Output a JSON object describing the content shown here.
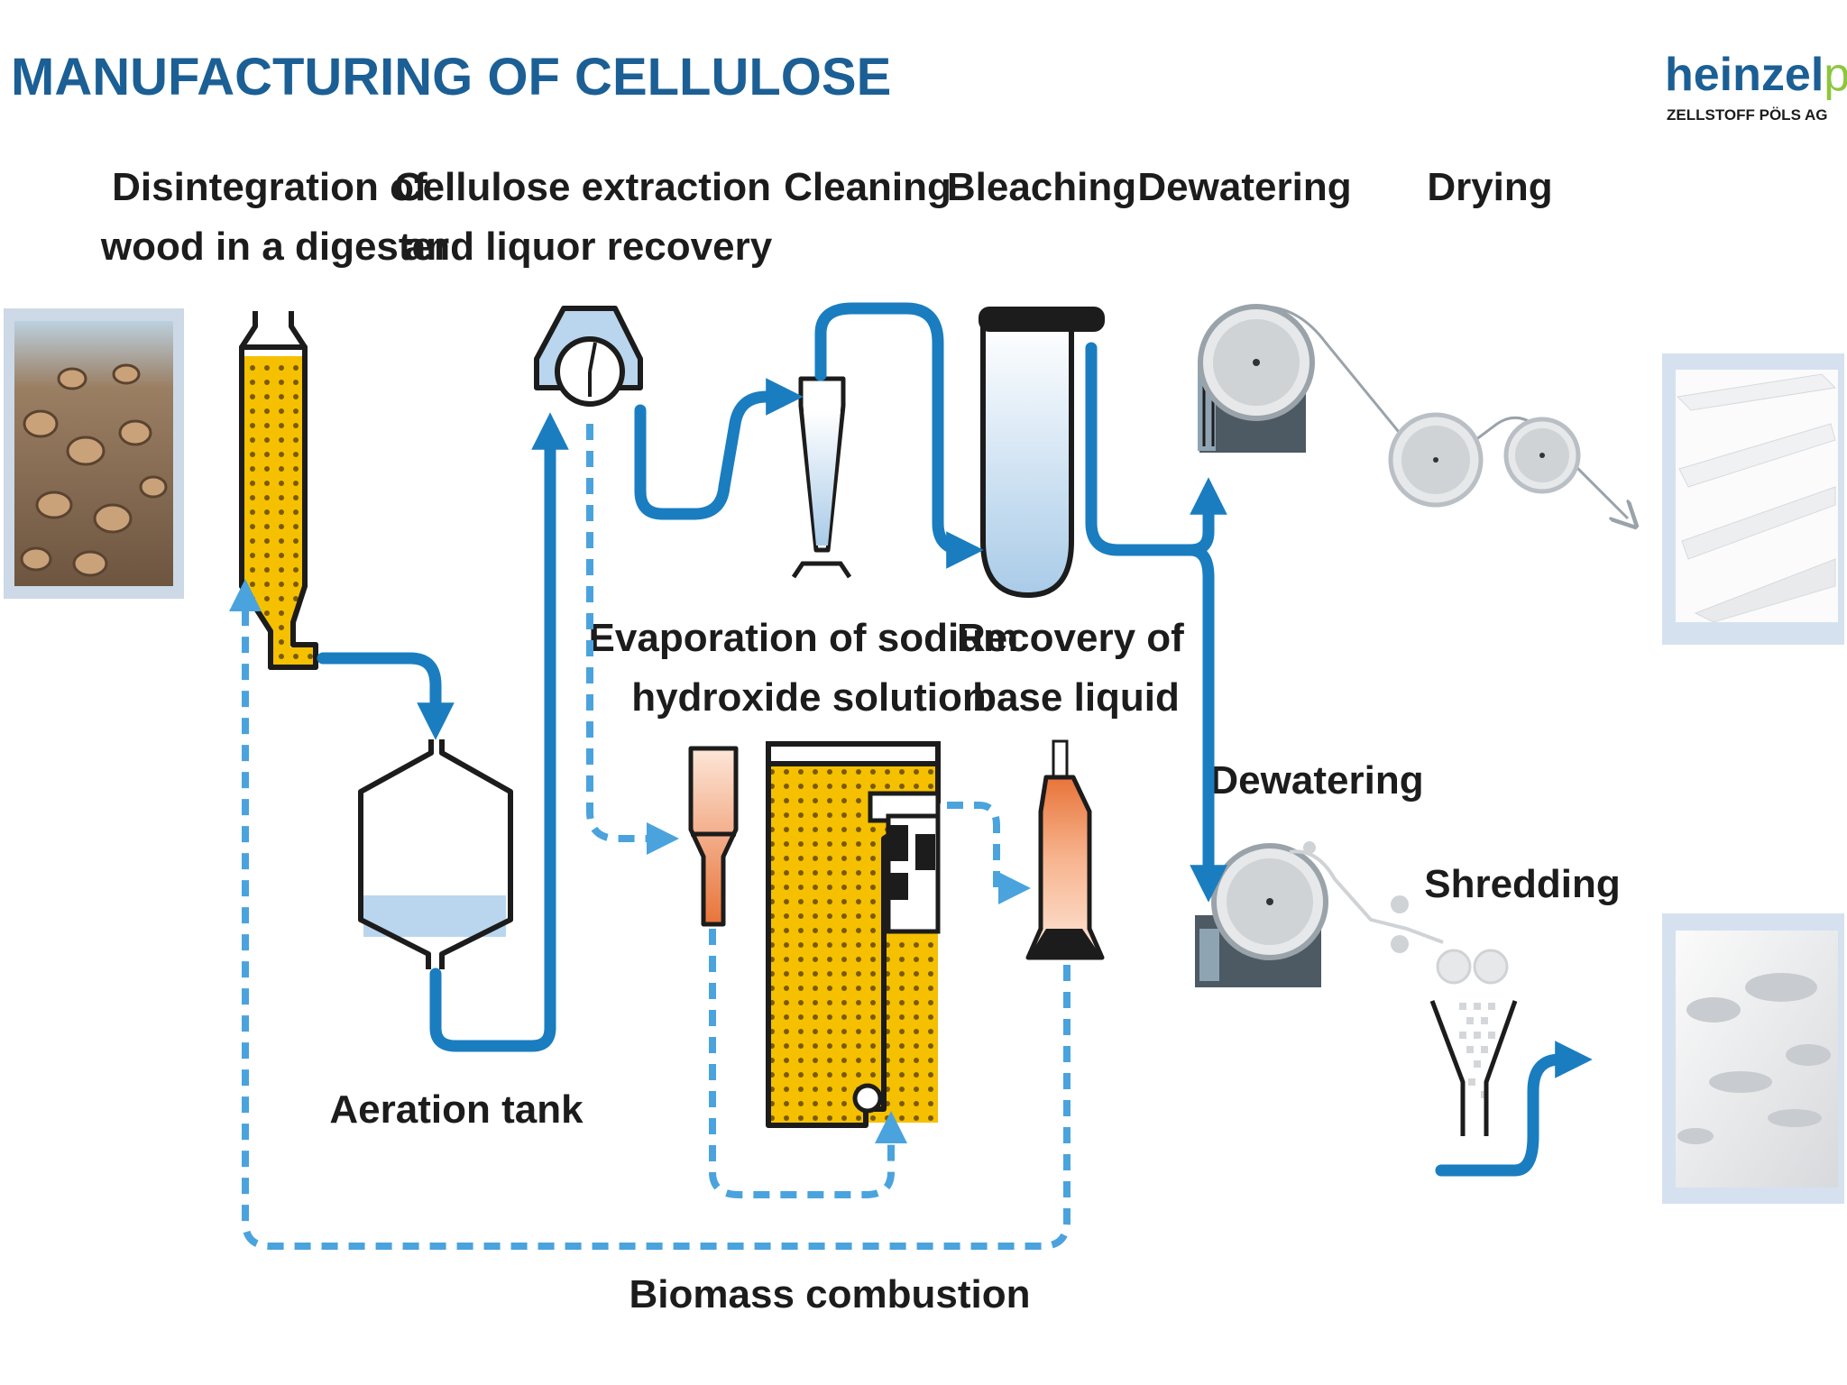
{
  "header": {
    "title": "MANUFACTURING OF CELLULOSE"
  },
  "logo": {
    "word_main": "heinzel",
    "word_accent": "pulp",
    "subline": "ZELLSTOFF PÖLS AG"
  },
  "steps": {
    "disintegration": [
      "Disintegration of",
      "wood in a digester"
    ],
    "extraction": [
      "Cellulose extraction",
      "and liquor recovery"
    ],
    "cleaning": "Cleaning",
    "bleaching": "Bleaching",
    "dewatering_top": "Dewatering",
    "drying": "Drying",
    "evaporation": [
      "Evaporation of sodium",
      "hydroxide solution"
    ],
    "recovery": [
      "Recovery of",
      "base liquid"
    ],
    "dewatering_bottom": "Dewatering",
    "shredding": "Shredding",
    "aeration": "Aeration tank",
    "biomass": "Biomass combustion"
  },
  "colors": {
    "title_blue": "#1b5f95",
    "flow_blue": "#1a7dc0",
    "dashed_blue": "#4aa3dd",
    "yellow": "#f5c000",
    "orange": "#e8743a",
    "pale_blue": "#b9d6ee",
    "dark_gray": "#4d5a63",
    "logo_green": "#8dc63f"
  }
}
